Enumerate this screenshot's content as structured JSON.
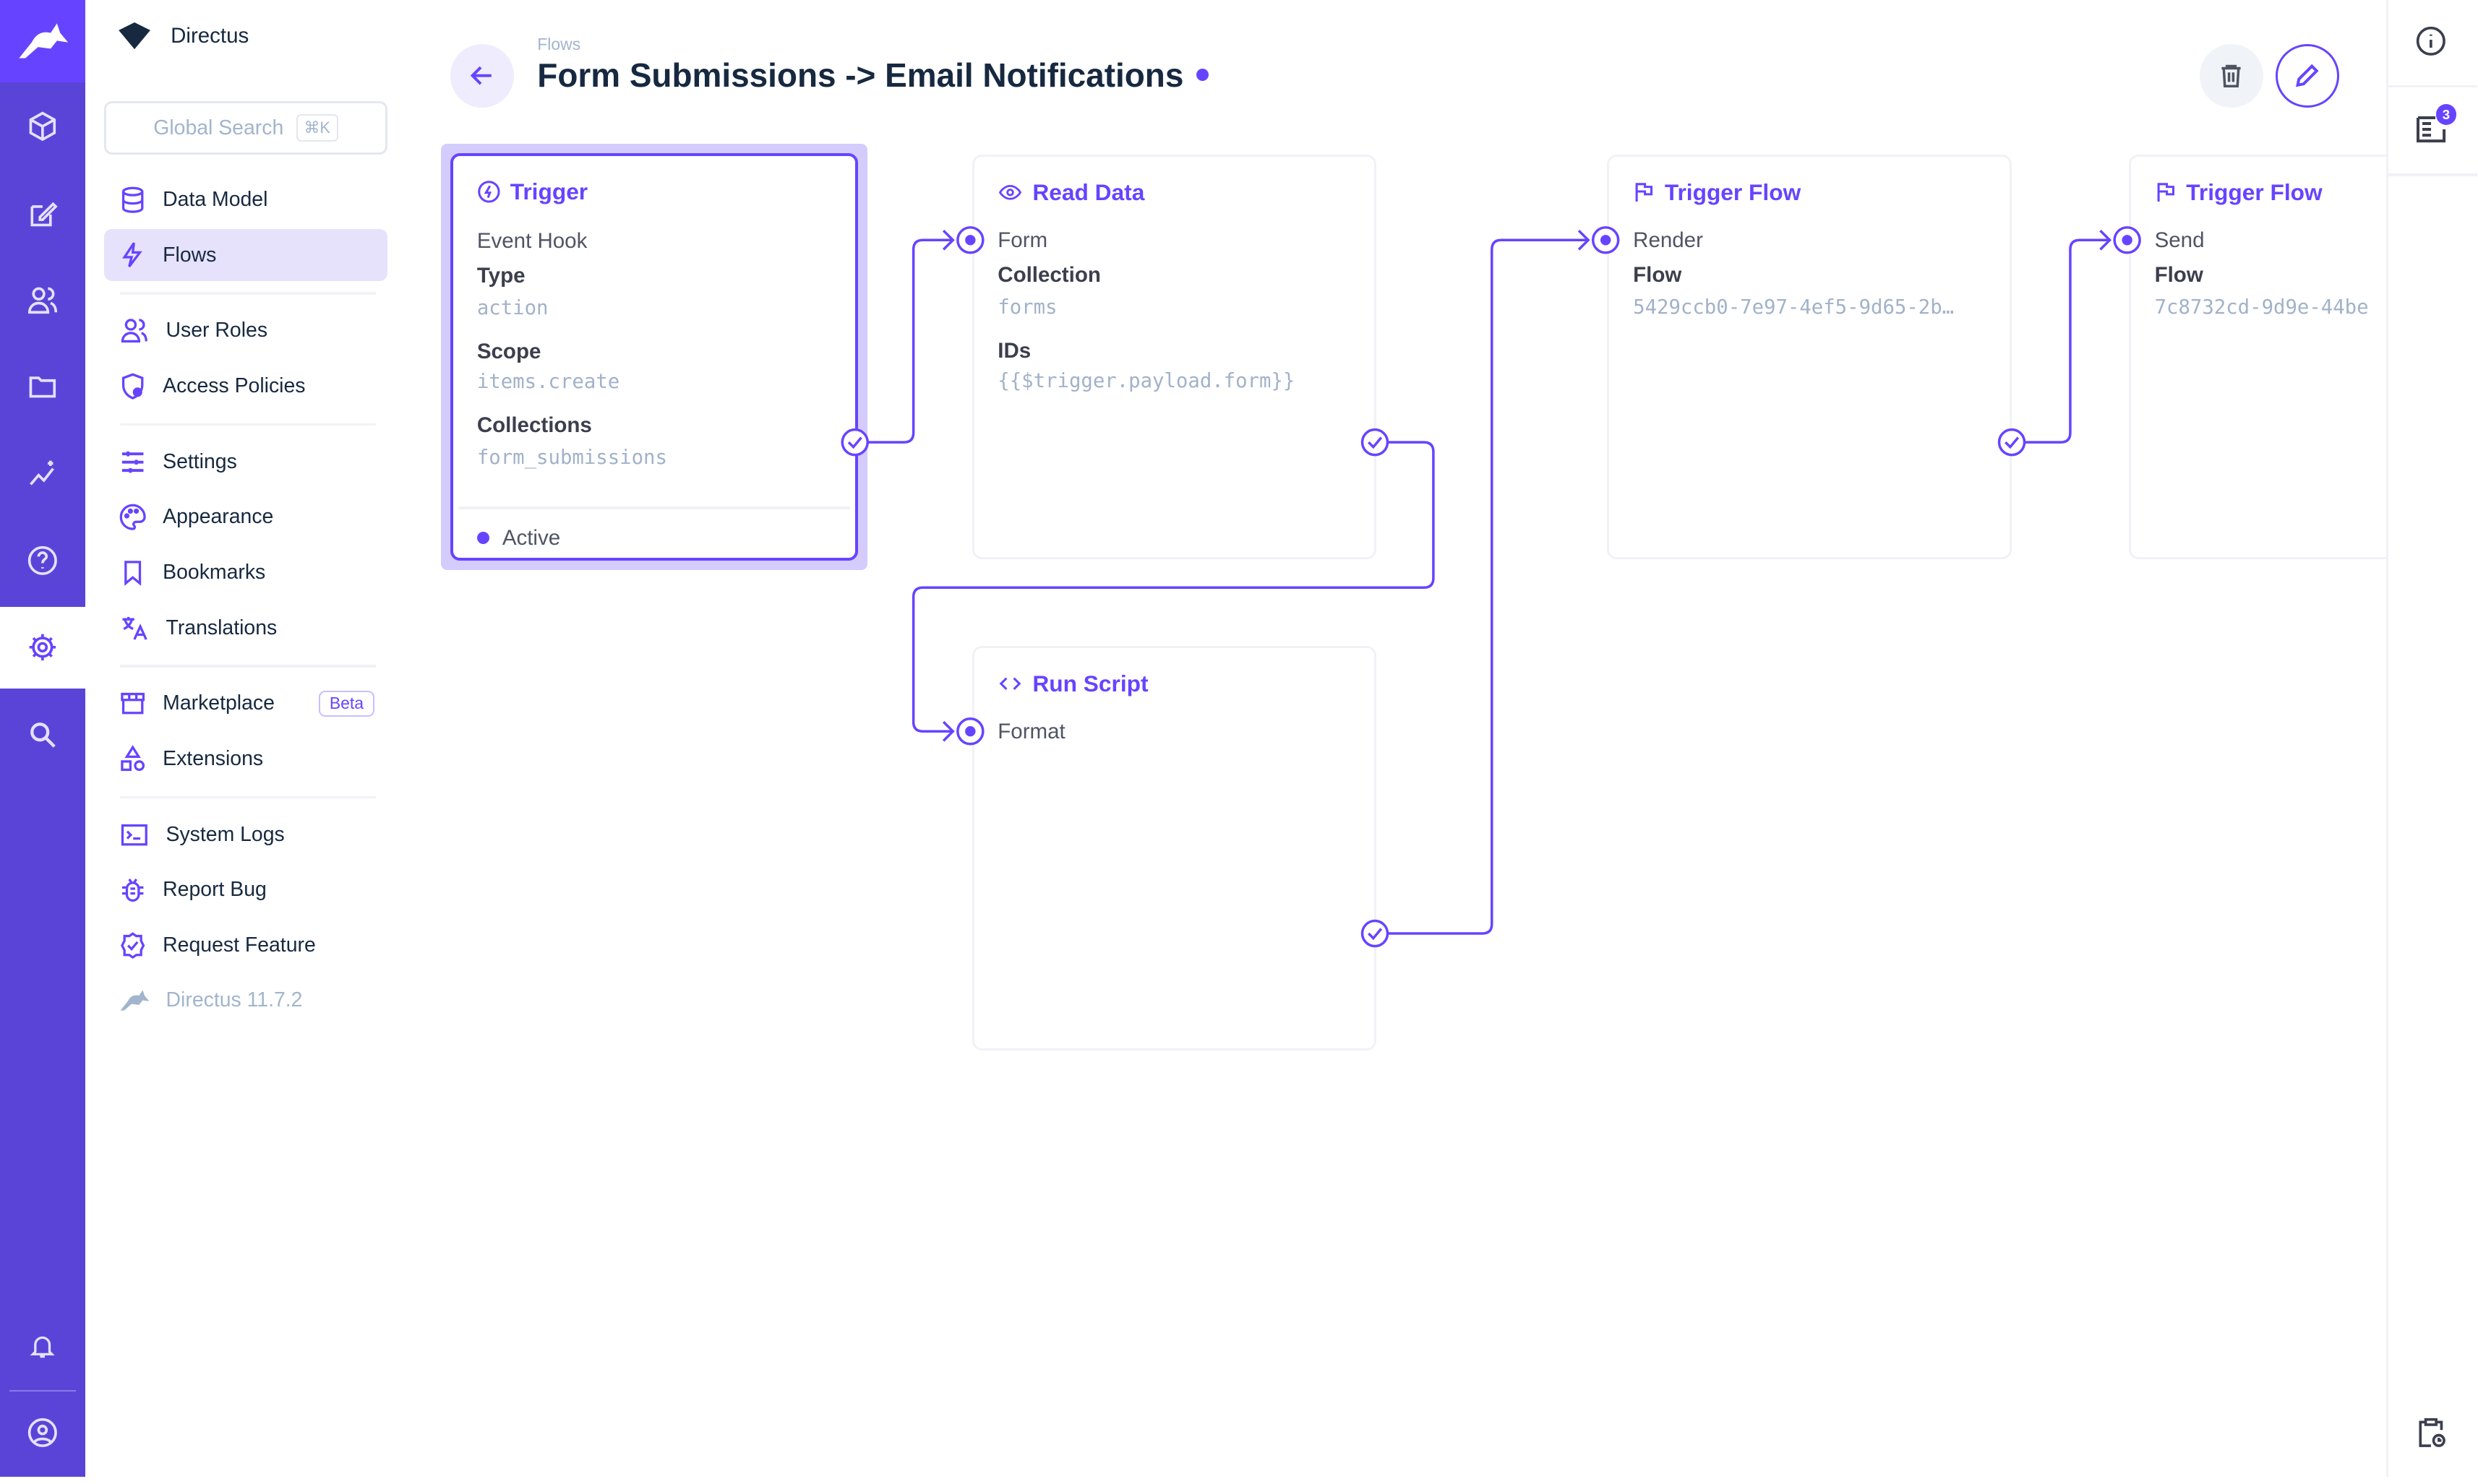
{
  "brand": {
    "name": "Directus"
  },
  "search": {
    "placeholder": "Global Search",
    "shortcut": "⌘K"
  },
  "sidebar": {
    "items": [
      {
        "label": "Data Model",
        "icon": "database-icon"
      },
      {
        "label": "Flows",
        "icon": "bolt-icon",
        "selected": true
      },
      {
        "label": "User Roles",
        "icon": "users-icon"
      },
      {
        "label": "Access Policies",
        "icon": "shield-icon"
      },
      {
        "label": "Settings",
        "icon": "sliders-icon"
      },
      {
        "label": "Appearance",
        "icon": "palette-icon"
      },
      {
        "label": "Bookmarks",
        "icon": "bookmark-icon"
      },
      {
        "label": "Translations",
        "icon": "translate-icon"
      },
      {
        "label": "Marketplace",
        "icon": "store-icon",
        "badge": "Beta"
      },
      {
        "label": "Extensions",
        "icon": "shapes-icon"
      },
      {
        "label": "System Logs",
        "icon": "terminal-icon"
      },
      {
        "label": "Report Bug",
        "icon": "bug-icon"
      },
      {
        "label": "Request Feature",
        "icon": "verified-icon"
      },
      {
        "label": "Directus 11.7.2",
        "icon": "rabbit-icon"
      }
    ]
  },
  "header": {
    "breadcrumb": "Flows",
    "title": "Form Submissions -> Email Notifications"
  },
  "accent": "#6644ff",
  "flow": {
    "trigger": {
      "title": "Trigger",
      "name": "Event Hook",
      "type_label": "Type",
      "type": "action",
      "scope_label": "Scope",
      "scope": "items.create",
      "collections_label": "Collections",
      "collections": "form_submissions",
      "status": "Active"
    },
    "read": {
      "title": "Read Data",
      "name": "Form",
      "collection_label": "Collection",
      "collection": "forms",
      "ids_label": "IDs",
      "ids": "{{$trigger.payload.form}}"
    },
    "script": {
      "title": "Run Script",
      "name": "Format"
    },
    "render": {
      "title": "Trigger Flow",
      "name": "Render",
      "flow_label": "Flow",
      "flow": "5429ccb0-7e97-4ef5-9d65-2b…"
    },
    "send": {
      "title": "Trigger Flow",
      "name": "Send",
      "flow_label": "Flow",
      "flow": "7c8732cd-9d9e-44be"
    }
  },
  "right": {
    "badge": "3"
  }
}
